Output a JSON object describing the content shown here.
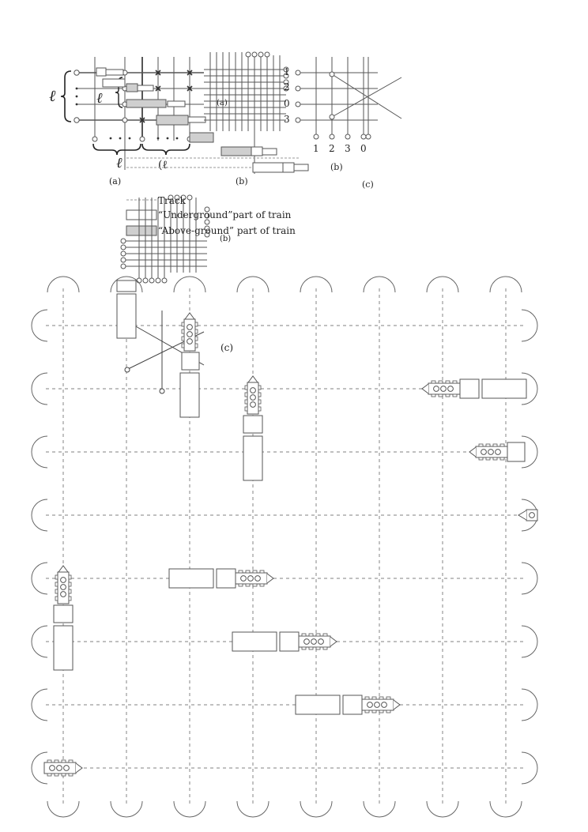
{
  "labels": {
    "a": "(a)",
    "b": "(b)",
    "c": "(c)",
    "ell": "ℓ",
    "ell_script": "ℓ",
    "ell_partial": "(ℓ",
    "a_inner": "(a)",
    "b_inner": "(b)",
    "c_inner": "(c)"
  },
  "port_numbers": [
    "1",
    "2",
    "0",
    "3"
  ],
  "bottom_numbers": [
    "1",
    "2",
    "3",
    "0"
  ],
  "legend": {
    "track": "Track",
    "underground": "“Underground”part of train",
    "aboveground": "“Above-ground” part of train"
  },
  "colors": {
    "grid_dash": "#9a9a9a",
    "line": "#555555",
    "above_fill": "#cfcfcf"
  }
}
